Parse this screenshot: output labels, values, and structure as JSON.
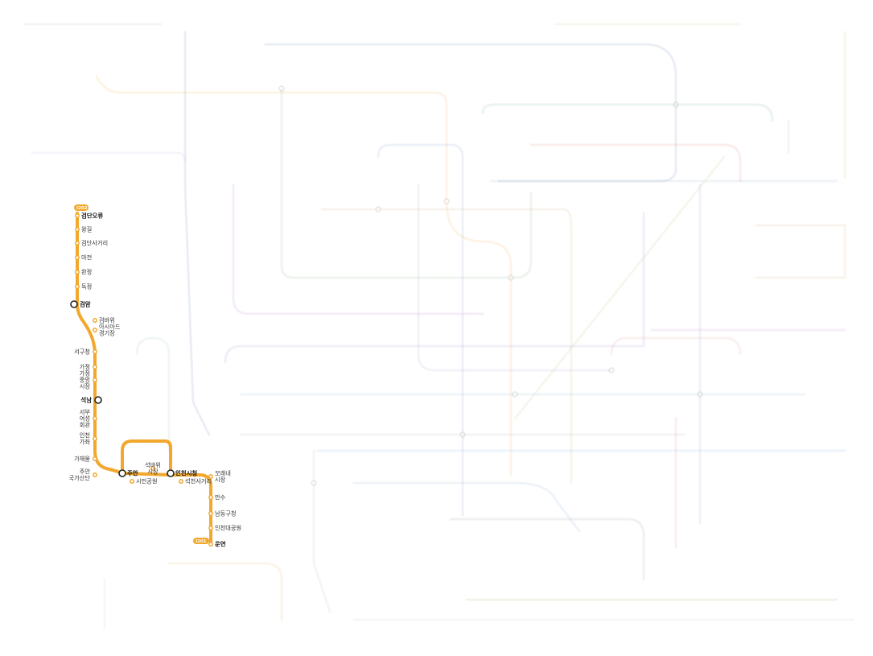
{
  "map": {
    "highlighted_line": {
      "color": "#f2a72d",
      "badge_start": "I202",
      "badge_end": "I201",
      "stations": [
        {
          "name": "검단오류",
          "bold": true
        },
        {
          "name": "왕길"
        },
        {
          "name": "검단사거리"
        },
        {
          "name": "마전"
        },
        {
          "name": "완정"
        },
        {
          "name": "독정"
        },
        {
          "name": "검암",
          "bold": true
        },
        {
          "name": "검바위"
        },
        {
          "name": "아시아드\n경기장"
        },
        {
          "name": "서구청"
        },
        {
          "name": "가정"
        },
        {
          "name": "가정\n중앙\n시장"
        },
        {
          "name": "석남",
          "bold": true
        },
        {
          "name": "서부\n여성\n회관"
        },
        {
          "name": "인천\n가좌"
        },
        {
          "name": "가재울"
        },
        {
          "name": "주안\n국가산단"
        },
        {
          "name": "주안",
          "bold": true
        },
        {
          "name": "시민공원"
        },
        {
          "name": "석바위\n시장"
        },
        {
          "name": "인천시청",
          "bold": true
        },
        {
          "name": "석천사거리"
        },
        {
          "name": "모래내\n시장"
        },
        {
          "name": "만수"
        },
        {
          "name": "남동구청"
        },
        {
          "name": "인천대공원"
        },
        {
          "name": "운연",
          "bold": true
        }
      ]
    }
  }
}
